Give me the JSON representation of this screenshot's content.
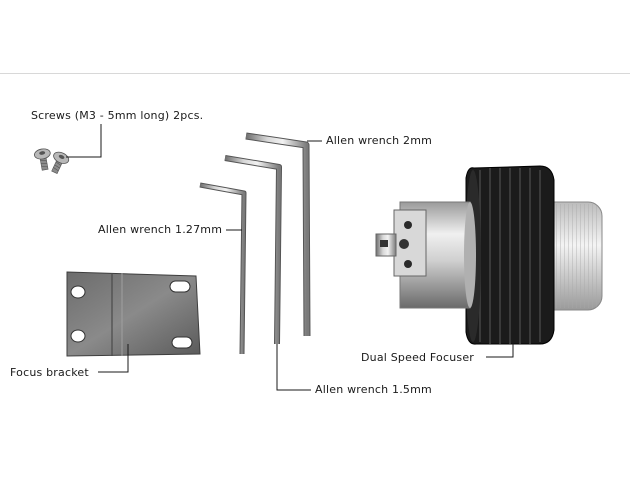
{
  "labels": {
    "screws": "Screws (M3 - 5mm long) 2pcs.",
    "allen_2mm": "Allen wrench 2mm",
    "allen_127mm": "Allen wrench 1.27mm",
    "allen_15mm": "Allen wrench 1.5mm",
    "focus_bracket": "Focus bracket",
    "dual_speed_focuser": "Dual Speed Focuser"
  }
}
